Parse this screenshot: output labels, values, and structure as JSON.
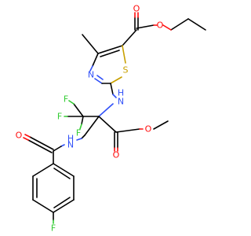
{
  "molecule": {
    "atoms": {
      "o_ester_carbonyl": "O",
      "o_ester_ether": "O",
      "s_ring": "S",
      "n_ring": "N",
      "nh_link": "H",
      "n_link": "N",
      "f_1": "F",
      "f_2": "F",
      "f_3": "F",
      "o_methyl_ester_carbonyl": "O",
      "o_methyl_ester_ether": "O",
      "nh_amide": "H",
      "n_amide": "N",
      "o_amide": "O",
      "f_aryl": "F"
    },
    "colors": {
      "oxygen": "#ff0d0d",
      "nitrogen": "#3050f8",
      "sulfur": "#c8a000",
      "fluorine": "#33cc33",
      "carbon_bond": "#000000"
    }
  }
}
